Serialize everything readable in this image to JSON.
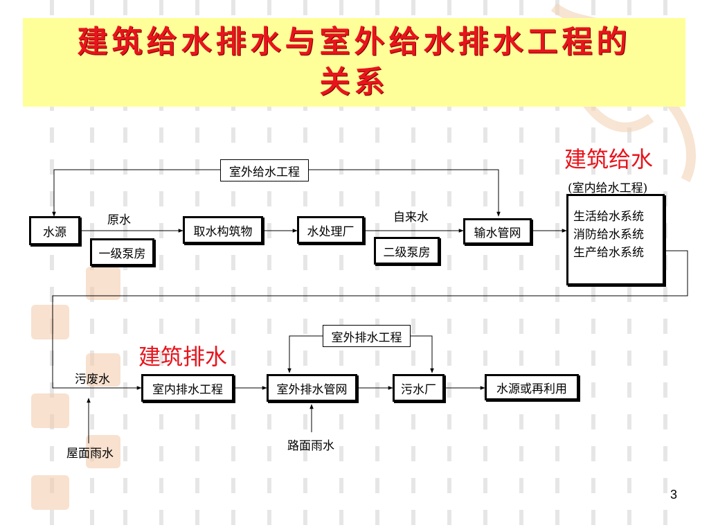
{
  "slide": {
    "title_line1": "建筑给水排水与室外给水排水工程的",
    "title_line2": "关系",
    "page_number": "3"
  },
  "supply": {
    "heading": "建筑给水",
    "subheading": "(室内给水工程)",
    "outdoor_supply": "室外给水工程",
    "source": "水源",
    "raw_water": "原水",
    "pump1": "一级泵房",
    "intake": "取水构筑物",
    "treatment": "水处理厂",
    "tap_water": "自来水",
    "pump2": "二级泵房",
    "network": "输水管网",
    "systems": [
      "生活给水系统",
      "消防给水系统",
      "生产给水系统"
    ]
  },
  "drainage": {
    "heading": "建筑排水",
    "outdoor_drainage": "室外排水工程",
    "wastewater": "污废水",
    "indoor": "室内排水工程",
    "outdoor_network": "室外排水管网",
    "plant": "污水厂",
    "destination": "水源或再利用",
    "roof_rain": "屋面雨水",
    "road_rain": "路面雨水"
  },
  "colors": {
    "title_bg": "#ffff99",
    "title_text": "#e8141c",
    "heading": "#e8141c"
  }
}
